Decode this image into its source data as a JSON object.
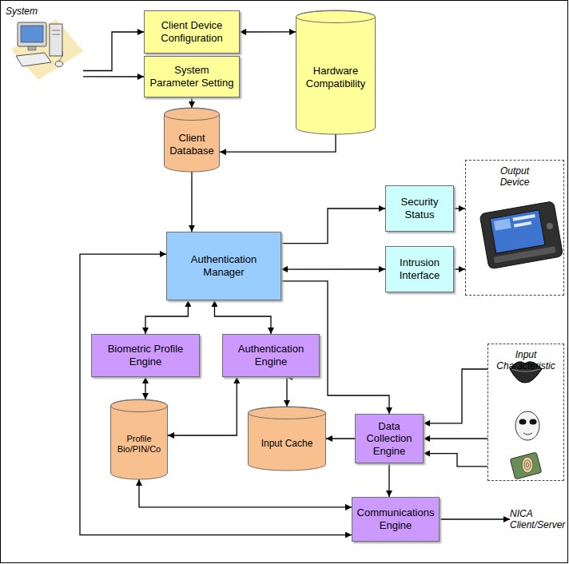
{
  "diagram": {
    "nodes": [
      {
        "text": [
          "System"
        ]
      },
      {
        "text": [
          "Client Device Configuration"
        ]
      },
      {
        "text": [
          "System Parameter Setting"
        ]
      },
      {
        "text": [
          "Hardware Compatibility"
        ]
      },
      {
        "text": [
          "Client Database"
        ]
      },
      {
        "text": [
          "Authentication Manager"
        ]
      },
      {
        "text": [
          "Security Status"
        ]
      },
      {
        "text": [
          "Intrusion Interface"
        ]
      },
      {
        "text": [
          "Output Device"
        ]
      },
      {
        "text": [
          "Biometric Profile Engine"
        ]
      },
      {
        "text": [
          "Authentication Engine"
        ]
      },
      {
        "text": [
          "Input Characteristic"
        ]
      },
      {
        "text": [
          "Profile Bio/PIN/Co"
        ]
      },
      {
        "text": [
          "Input Cache"
        ]
      },
      {
        "text": [
          "Data Collection Engine"
        ]
      },
      {
        "text": [
          "Communications Engine"
        ]
      },
      {
        "text": [
          "NICA Client/Server"
        ]
      }
    ],
    "edges": [
      {
        "from": 0,
        "to": 1,
        "arrow": "to"
      },
      {
        "from": 0,
        "to": 2,
        "arrow": "to"
      },
      {
        "from": 1,
        "to": 3,
        "arrow": "both"
      },
      {
        "from": 2,
        "to": 4,
        "arrow": "to"
      },
      {
        "from": 3,
        "to": 4,
        "arrow": "to"
      },
      {
        "from": 4,
        "to": 5,
        "arrow": "to"
      },
      {
        "from": 5,
        "to": 6,
        "arrow": "to"
      },
      {
        "from": 5,
        "to": 7,
        "arrow": "both"
      },
      {
        "from": 6,
        "to": 8,
        "arrow": "to"
      },
      {
        "from": 7,
        "to": 8,
        "arrow": "to"
      },
      {
        "from": 5,
        "to": 9,
        "arrow": "both"
      },
      {
        "from": 5,
        "to": 10,
        "arrow": "both"
      },
      {
        "from": 9,
        "to": 12,
        "arrow": "both"
      },
      {
        "from": 10,
        "to": 12,
        "arrow": "both"
      },
      {
        "from": 10,
        "to": 13,
        "arrow": "both"
      },
      {
        "from": 5,
        "to": 14,
        "arrow": "to"
      },
      {
        "from": 14,
        "to": 13,
        "arrow": "to"
      },
      {
        "from": 11,
        "to": 14,
        "arrow": "to"
      },
      {
        "from": 11,
        "to": 14,
        "arrow": "to"
      },
      {
        "from": 11,
        "to": 14,
        "arrow": "to"
      },
      {
        "from": 14,
        "to": 15,
        "arrow": "to"
      },
      {
        "from": 12,
        "to": 15,
        "arrow": "both"
      },
      {
        "from": 15,
        "to": 16,
        "arrow": "to"
      },
      {
        "from": 5,
        "to": 15,
        "arrow": "both"
      }
    ]
  }
}
